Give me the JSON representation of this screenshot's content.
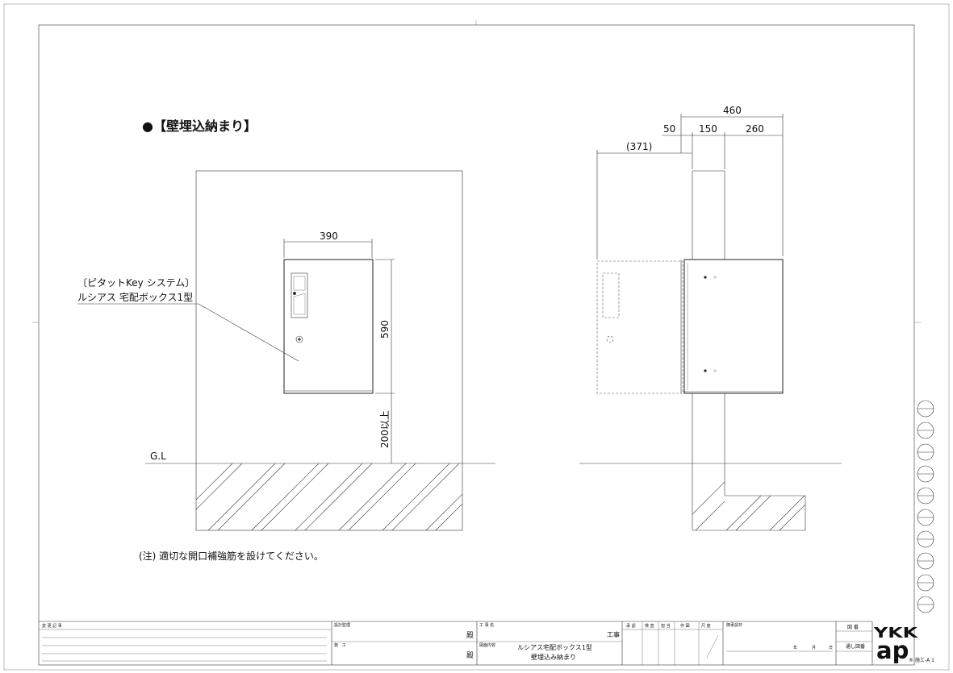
{
  "drawing": {
    "heading": "●【壁埋込納まり】",
    "front": {
      "dim_width": "390",
      "dim_height": "590",
      "dim_ground": "200以上",
      "ground_label": "G.L",
      "callout_line1": "〔ピタットKey システム〕",
      "callout_line2": "ルシアス 宅配ボックス1型"
    },
    "side": {
      "dim_total": "460",
      "dim_a": "50",
      "dim_b": "150",
      "dim_c": "260",
      "dim_door": "(371)"
    },
    "note": "(注) 適切な開口補強筋を設けてください。"
  },
  "title_block": {
    "change_label": "変 更 記 事",
    "design_label": "設計監理",
    "construct_label": "施　工",
    "honorific_1": "殿",
    "honorific_2": "殿",
    "project_label": "工 事 名",
    "project_suffix": "工事",
    "content_label": "図面内容",
    "content_line1": "ルシアス宅配ボックス1型",
    "content_line2": "壁埋込み納まり",
    "stamps": [
      "承 認",
      "検 査",
      "担 当",
      "作 図",
      "尺 度"
    ],
    "date_label": "御承認日",
    "date_units": [
      "年",
      "月",
      "日"
    ],
    "drawing_no_label": "図 番",
    "serial_label": "通し図番",
    "logo_top": "YKK",
    "logo_bottom": "ap",
    "code": "® 施エ-A 1"
  }
}
